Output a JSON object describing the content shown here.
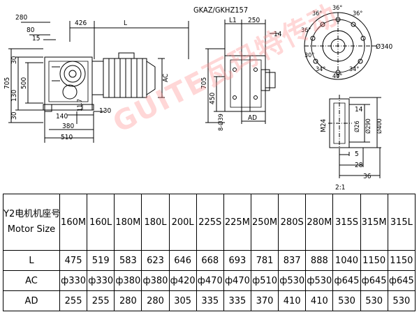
{
  "drawing": {
    "model_title": "GKAZ/GKHZ157",
    "scale_note": "2:1",
    "watermark_text": "GUITE瓦玛特传动",
    "dims": {
      "d280": "280",
      "d80": "80",
      "d15": "15",
      "d426": "426",
      "dL": "L",
      "d705": "705",
      "d30a": "30",
      "d500": "500",
      "d130a": "130",
      "d30b": "30",
      "dAC": "AC",
      "d140": "140",
      "d130b": "130",
      "d380": "380",
      "d510": "510",
      "d11_7": "11.7",
      "dL1": "L1",
      "d250": "250",
      "d14a": "14",
      "d705b": "705",
      "d450": "450",
      "d8_039": "8-Ø39",
      "dAD": "AD",
      "d36a": "36°",
      "d36b": "36°",
      "d36c": "36°",
      "d36d": "36°",
      "d30c": "30°",
      "d34a": "34°",
      "d40": "40°",
      "d34b": "34°",
      "dphi340": "Ø340",
      "d14b": "14",
      "dM24": "M24",
      "d290": "Ø290",
      "d26": "Ø26",
      "d400": "Ø400",
      "d5": "5",
      "d28": "28",
      "d36e": "36"
    }
  },
  "table": {
    "header_label_1": "Y2电机机座号",
    "header_label_2": "Motor Size",
    "sizes": [
      "160M",
      "160L",
      "180M",
      "180L",
      "200L",
      "225S",
      "225M",
      "250M",
      "280S",
      "280M",
      "315S",
      "315M",
      "315L"
    ],
    "rows": [
      {
        "label": "L",
        "values": [
          "475",
          "519",
          "583",
          "623",
          "646",
          "668",
          "693",
          "781",
          "837",
          "888",
          "1040",
          "1150",
          "1150"
        ]
      },
      {
        "label": "AC",
        "values": [
          "ф330",
          "ф330",
          "ф380",
          "ф380",
          "ф420",
          "ф470",
          "ф470",
          "ф510",
          "ф530",
          "ф530",
          "ф645",
          "ф645",
          "ф645"
        ]
      },
      {
        "label": "AD",
        "values": [
          "255",
          "255",
          "280",
          "280",
          "305",
          "335",
          "335",
          "370",
          "410",
          "410",
          "530",
          "530",
          "530"
        ]
      }
    ]
  }
}
